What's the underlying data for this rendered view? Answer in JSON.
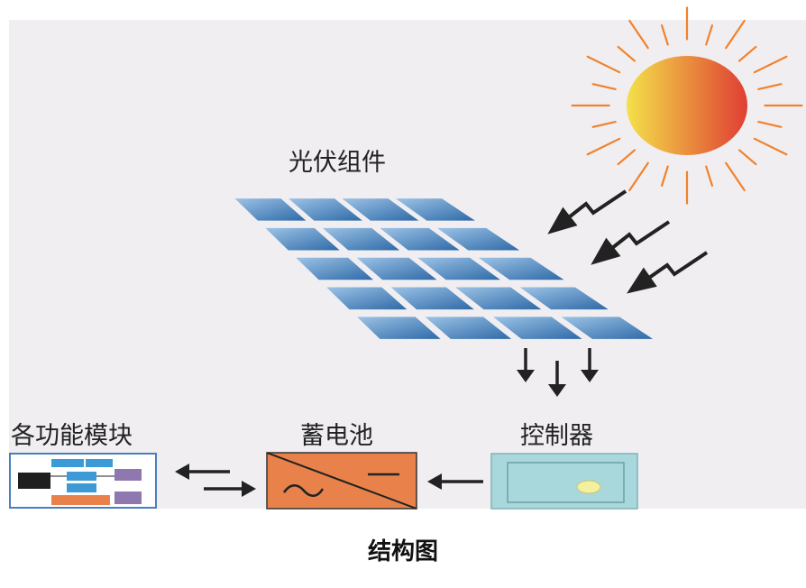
{
  "labels": {
    "solar_panel": "光伏组件",
    "function_modules": "各功能模块",
    "battery": "蓄电池",
    "controller": "控制器",
    "caption": "结构图"
  },
  "icons": {
    "sun": "sun-icon",
    "sunlight_arrows": "lightning-arrow-icon",
    "down_arrows": "arrow-down-icon",
    "left_arrow": "arrow-left-icon",
    "bidirectional_arrows": "arrow-left-right-icon",
    "wave": "wave-icon"
  },
  "colors": {
    "background_panel": "#f0eef1",
    "sun_inner": "#f4e14a",
    "sun_outer": "#e03e33",
    "sun_ray": "#f0822c",
    "cell_light": "#9cc3e6",
    "cell_dark": "#2f6aa8",
    "battery_fill": "#e8824a",
    "controller_fill": "#a9d8dc",
    "controller_led": "#f3f0a0",
    "module_box_border": "#4a7fbf",
    "module_black": "#1f1f1f",
    "module_blue": "#3c9bd6",
    "module_orange": "#e8824a",
    "module_purple": "#8f78b0",
    "arrow": "#222222"
  }
}
